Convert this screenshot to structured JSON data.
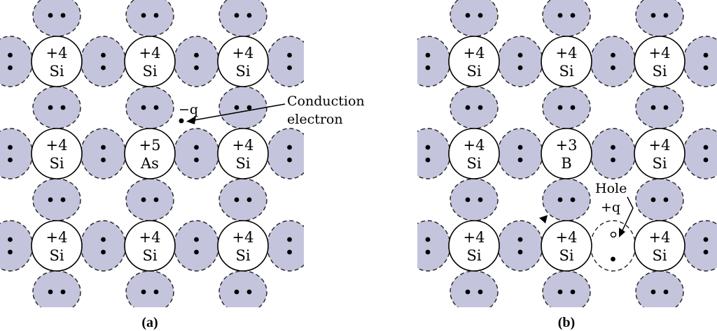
{
  "panels": [
    {
      "id": "a",
      "label": "(a)",
      "atoms": [
        {
          "charge": "+4",
          "symbol": "Si"
        },
        {
          "charge": "+4",
          "symbol": "Si"
        },
        {
          "charge": "+4",
          "symbol": "Si"
        },
        {
          "charge": "+4",
          "symbol": "Si"
        },
        {
          "charge": "+5",
          "symbol": "As"
        },
        {
          "charge": "+4",
          "symbol": "Si"
        },
        {
          "charge": "+4",
          "symbol": "Si"
        },
        {
          "charge": "+4",
          "symbol": "Si"
        },
        {
          "charge": "+4",
          "symbol": "Si"
        }
      ],
      "annotations": {
        "charge_label": "−q",
        "callout_line1": "Conduction",
        "callout_line2": "electron"
      }
    },
    {
      "id": "b",
      "label": "(b)",
      "atoms": [
        {
          "charge": "+4",
          "symbol": "Si"
        },
        {
          "charge": "+4",
          "symbol": "Si"
        },
        {
          "charge": "+4",
          "symbol": "Si"
        },
        {
          "charge": "+4",
          "symbol": "Si"
        },
        {
          "charge": "+3",
          "symbol": "B"
        },
        {
          "charge": "+4",
          "symbol": "Si"
        },
        {
          "charge": "+4",
          "symbol": "Si"
        },
        {
          "charge": "+4",
          "symbol": "Si"
        },
        {
          "charge": "+4",
          "symbol": "Si"
        }
      ],
      "annotations": {
        "hole_label": "Hole",
        "charge_label": "+q"
      }
    }
  ],
  "colors": {
    "bond_fill": "#c4c4dd",
    "outline": "#222222",
    "atom_fill": "#ffffff"
  }
}
